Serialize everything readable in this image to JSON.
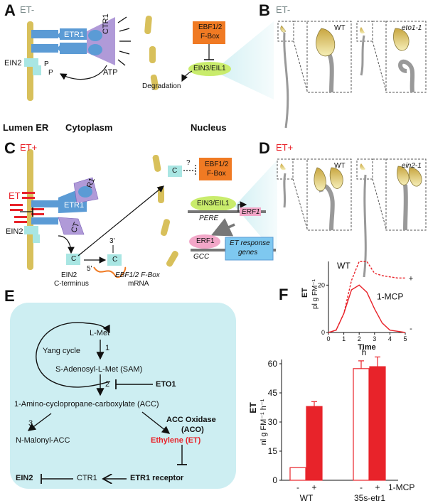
{
  "panels": {
    "A": {
      "letter": "A",
      "state": "ET-"
    },
    "B": {
      "letter": "B",
      "state": "ET-",
      "wt": "WT",
      "mutant": "eto1-1"
    },
    "C": {
      "letter": "C",
      "state": "ET+"
    },
    "D": {
      "letter": "D",
      "state": "ET+",
      "wt": "WT",
      "mutant": "ein2-1"
    },
    "E": {
      "letter": "E"
    },
    "F": {
      "letter": "F"
    }
  },
  "compartments": {
    "lumen": "Lumen ER",
    "cytoplasm": "Cytoplasm",
    "nucleus": "Nucleus"
  },
  "panelA": {
    "etr1": "ETR1",
    "ctr1": "CTR1",
    "ein2": "EIN2",
    "p1": "P",
    "p2": "P",
    "atp": "ATP",
    "ebf_line1": "EBF1/2",
    "ebf_line2": "F-Box",
    "ein3": "EIN3/EIL1",
    "degradation": "Degradation"
  },
  "panelC": {
    "et": "ET",
    "etr1": "ETR1",
    "r1": "R1",
    "ct": "CT",
    "ein2": "EIN2",
    "c": "C",
    "ein2c_line1": "EIN2",
    "ein2c_line2": "C-terminus",
    "three_prime": "3'",
    "five_prime": "5'",
    "mrna_line1": "EBF1/2 F-Box",
    "mrna_line2": "mRNA",
    "question": "?",
    "ebf_line1": "EBF1/2",
    "ebf_line2": "F-Box",
    "ein3": "EIN3/EIL1",
    "erf1_gene": "ERF1",
    "pere": "PERE",
    "erf1": "ERF1",
    "gcc": "GCC",
    "response_line1": "ET response",
    "response_line2": "genes"
  },
  "panelE": {
    "lmet": "L-Met",
    "step1": "1",
    "yang": "Yang cycle",
    "sam": "S-Adenosyl-L-Met (SAM)",
    "step2": "2",
    "eto1": "ETO1",
    "acc": "1-Amino-cyclopropane-carboxylate (ACC)",
    "step3": "3",
    "aco_line1": "ACC Oxidase",
    "aco_line2": "(ACO)",
    "malonyl": "N-Malonyl-ACC",
    "ethylene": "Ethylene (ET)",
    "ein2": "EIN2",
    "ctr1": "CTR1",
    "etr1": "ETR1 receptor"
  },
  "colors": {
    "red": "#e8232a",
    "blue": "#5b9bd5",
    "purple": "#b09ad8",
    "cyan": "#a9e6e3",
    "orange": "#f07a23",
    "lime": "#c9ec6c",
    "pink": "#f2a7c8",
    "gold": "#d8c05b",
    "bgE": "#cdeef2"
  },
  "chart_data": [
    {
      "type": "line",
      "title": "",
      "series_label": "WT",
      "xlabel": "Time",
      "ylabel_line1": "ET",
      "ylabel_line2": "pl g FM⁻¹",
      "xlim": [
        0,
        5
      ],
      "ylim": [
        0,
        30
      ],
      "xticks": [
        "0",
        "1",
        "2",
        "3",
        "4",
        "5"
      ],
      "yticks": [
        "0",
        "20"
      ],
      "series": [
        {
          "name": "+",
          "style": "dashed",
          "x": [
            0,
            0.5,
            1,
            1.5,
            2,
            2.5,
            3,
            3.5,
            4,
            4.5,
            5
          ],
          "y": [
            0,
            1,
            8,
            22,
            30,
            30,
            25,
            24,
            23.5,
            23,
            23
          ]
        },
        {
          "name": "1-MCP",
          "style": "solid",
          "x": [
            0,
            0.5,
            1,
            1.5,
            2,
            2.5,
            3,
            3.5,
            4,
            4.5,
            5
          ],
          "y": [
            0,
            1,
            8,
            18,
            20,
            17,
            10,
            4,
            1,
            0.5,
            0
          ]
        },
        {
          "name": "-",
          "style": "solid",
          "x": [],
          "y": []
        }
      ]
    },
    {
      "type": "bar",
      "extra_label": "h",
      "ylabel_line1": "ET",
      "ylabel_line2": "nl g FM⁻¹ h⁻¹",
      "ylim": [
        0,
        60
      ],
      "yticks": [
        "0",
        "15",
        "30",
        "45",
        "60"
      ],
      "treatment_label": "1-MCP",
      "groups": [
        "WT",
        "35s-etr1"
      ],
      "categories": [
        "-",
        "+",
        "-",
        "+"
      ],
      "values": [
        6.5,
        38,
        57.5,
        58.5
      ],
      "errors": [
        0,
        2.5,
        4,
        5
      ],
      "fill": [
        "open",
        "solid",
        "open",
        "solid"
      ]
    }
  ]
}
